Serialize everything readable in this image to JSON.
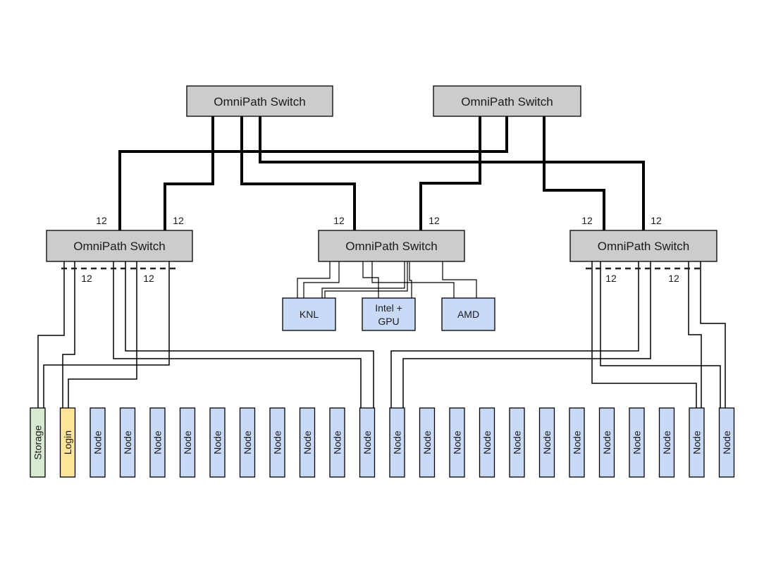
{
  "diagram": {
    "title": "",
    "colors": {
      "switch_fill": "#cccccc",
      "device_fill": "#c9daf8",
      "storage_fill": "#d9ead3",
      "login_fill": "#ffe599",
      "stroke": "#000000",
      "text": "#1a1a1a"
    },
    "core_switches": [
      {
        "id": "core-left",
        "label": "OmniPath Switch"
      },
      {
        "id": "core-right",
        "label": "OmniPath Switch"
      }
    ],
    "edge_switches": [
      {
        "id": "edge-left",
        "label": "OmniPath Switch",
        "uplink_labels": [
          "12",
          "12"
        ],
        "downlink_labels": [
          "12",
          "12"
        ]
      },
      {
        "id": "edge-center",
        "label": "OmniPath Switch",
        "uplink_labels": [
          "12",
          "12"
        ]
      },
      {
        "id": "edge-right",
        "label": "OmniPath Switch",
        "uplink_labels": [
          "12",
          "12"
        ],
        "downlink_labels": [
          "12",
          "12"
        ]
      }
    ],
    "special_devices": [
      {
        "id": "knl",
        "label": "KNL"
      },
      {
        "id": "intel-gpu",
        "label_lines": [
          "Intel +",
          "GPU"
        ]
      },
      {
        "id": "amd",
        "label": "AMD"
      }
    ],
    "rack": [
      {
        "label": "Storage",
        "kind": "storage"
      },
      {
        "label": "Login",
        "kind": "login"
      },
      {
        "label": "Node",
        "kind": "node"
      },
      {
        "label": "Node",
        "kind": "node"
      },
      {
        "label": "Node",
        "kind": "node"
      },
      {
        "label": "Node",
        "kind": "node"
      },
      {
        "label": "Node",
        "kind": "node"
      },
      {
        "label": "Node",
        "kind": "node"
      },
      {
        "label": "Node",
        "kind": "node"
      },
      {
        "label": "Node",
        "kind": "node"
      },
      {
        "label": "Node",
        "kind": "node"
      },
      {
        "label": "Node",
        "kind": "node"
      },
      {
        "label": "Node",
        "kind": "node"
      },
      {
        "label": "Node",
        "kind": "node"
      },
      {
        "label": "Node",
        "kind": "node"
      },
      {
        "label": "Node",
        "kind": "node"
      },
      {
        "label": "Node",
        "kind": "node"
      },
      {
        "label": "Node",
        "kind": "node"
      },
      {
        "label": "Node",
        "kind": "node"
      },
      {
        "label": "Node",
        "kind": "node"
      },
      {
        "label": "Node",
        "kind": "node"
      },
      {
        "label": "Node",
        "kind": "node"
      },
      {
        "label": "Node",
        "kind": "node"
      },
      {
        "label": "Node",
        "kind": "node"
      }
    ]
  }
}
